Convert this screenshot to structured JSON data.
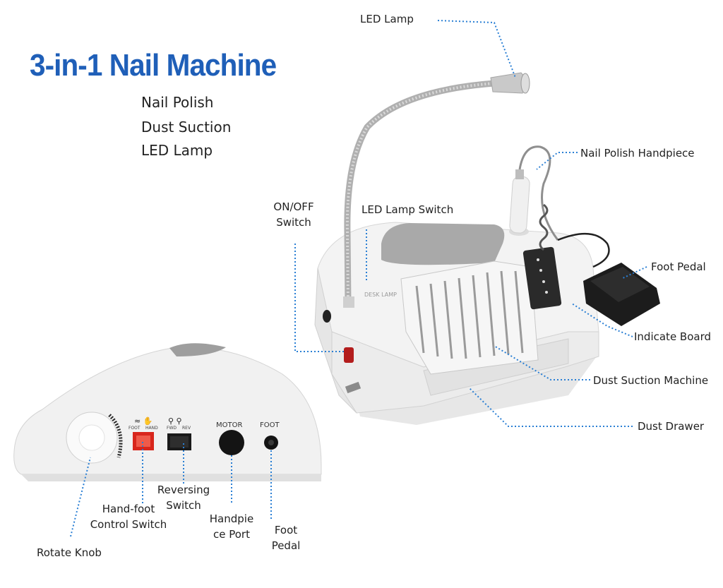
{
  "title": "3-in-1 Nail Machine",
  "features": [
    "Nail Polish",
    "Dust Suction",
    "LED Lamp"
  ],
  "labels": {
    "led_lamp": "LED Lamp",
    "nail_polish_handpiece": "Nail Polish Handpiece",
    "on_off_line1": "ON/OFF",
    "on_off_line2": "Switch",
    "led_lamp_switch": "LED Lamp Switch",
    "foot_pedal_right": "Foot Pedal",
    "indicate_board": "Indicate Board",
    "dust_suction_machine": "Dust Suction Machine",
    "dust_drawer": "Dust Drawer",
    "hand_foot_line1": "Hand-foot",
    "hand_foot_line2": "Control Switch",
    "reversing_line1": "Reversing",
    "reversing_line2": "Switch",
    "handpiece_port_line1": "Handpie",
    "handpiece_port_line2": "ce Port",
    "foot_pedal_line1": "Foot",
    "foot_pedal_line2": "Pedal",
    "rotate_knob": "Rotate Knob"
  },
  "panel": {
    "motor": "MOTOR",
    "foot": "FOOT",
    "foot_small": "FOOT",
    "hand_small": "HAND",
    "fwd": "FWD",
    "rev": "REV",
    "desk_lamp": "DESK LAMP"
  },
  "colors": {
    "title": "#1f5fb8",
    "leader": "#2a7fd4",
    "switch_red": "#d8261c"
  }
}
